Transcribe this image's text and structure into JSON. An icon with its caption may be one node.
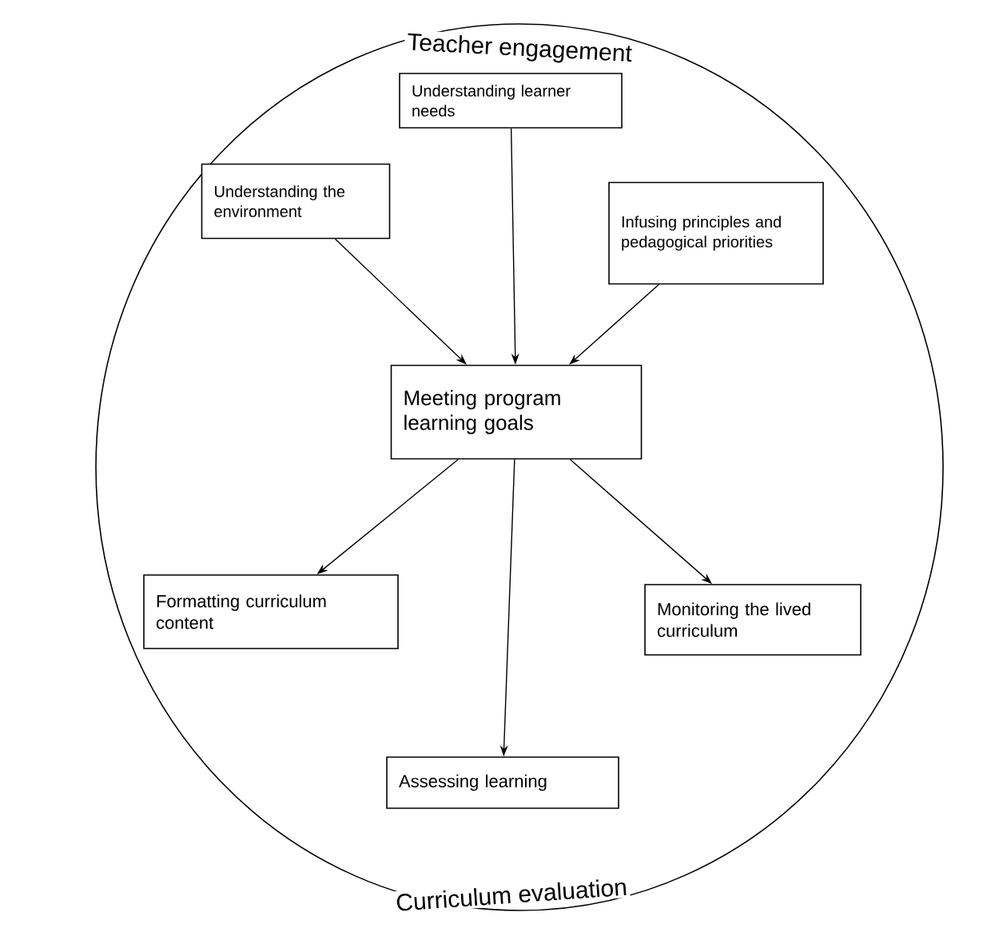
{
  "diagram": {
    "nodes": [
      {
        "text": [
          "Teacher engagement",
          "Curriculum evaluation"
        ]
      },
      {
        "text": [
          "Understanding learner needs"
        ],
        "in": 0
      },
      {
        "text": [
          "Understanding the environment"
        ],
        "in": 0
      },
      {
        "text": [
          "Infusing principles and pedagogical priorities"
        ],
        "in": 0
      },
      {
        "text": [
          "Meeting program learning goals"
        ],
        "in": 0
      },
      {
        "text": [
          "Formatting curriculum content"
        ],
        "in": 0
      },
      {
        "text": [
          "Monitoring the lived curriculum"
        ],
        "in": 0
      },
      {
        "text": [
          "Assessing learning"
        ],
        "in": 0
      }
    ],
    "edges": [
      {
        "from": 1,
        "to": 4,
        "arrow": "to"
      },
      {
        "from": 2,
        "to": 4,
        "arrow": "to"
      },
      {
        "from": 3,
        "to": 4,
        "arrow": "to"
      },
      {
        "from": 4,
        "to": 5,
        "arrow": "to"
      },
      {
        "from": 4,
        "to": 6,
        "arrow": "to"
      },
      {
        "from": 4,
        "to": 7,
        "arrow": "to"
      }
    ]
  }
}
